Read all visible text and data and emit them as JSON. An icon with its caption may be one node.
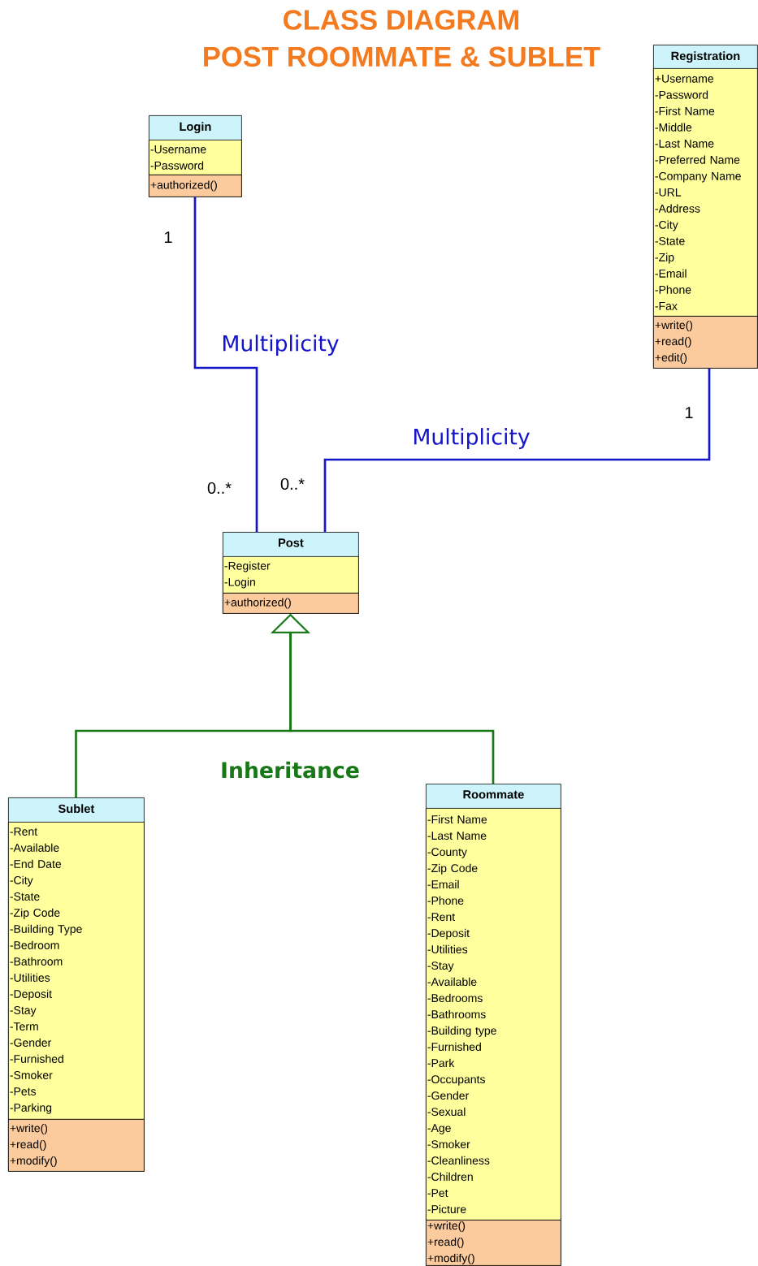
{
  "diagram": {
    "title": "CLASS DIAGRAM POST ROOMMATE & SUBLET",
    "nodes": [
      {
        "text": [
          "Login"
        ]
      },
      {
        "text": [
          "-Username",
          "-Password"
        ],
        "in": 0
      },
      {
        "text": [
          "+authorized()"
        ],
        "in": 0
      },
      {
        "text": [
          "Registration"
        ]
      },
      {
        "text": [
          "+Username",
          "-Password",
          "-First Name",
          "-Middle",
          "-Last Name",
          "-Preferred Name",
          "-Company Name",
          "-URL",
          "-Address",
          "-City",
          "-State",
          "-Zip",
          "-Email",
          "-Phone",
          "-Fax"
        ],
        "in": 3
      },
      {
        "text": [
          "+write()",
          "+read()",
          "+edit()"
        ],
        "in": 3
      },
      {
        "text": [
          "Post"
        ]
      },
      {
        "text": [
          "-Register",
          "-Login"
        ],
        "in": 6
      },
      {
        "text": [
          "+authorized()"
        ],
        "in": 6
      },
      {
        "text": [
          "Sublet"
        ]
      },
      {
        "text": [
          "-Rent",
          "-Available",
          "-End Date",
          "-City",
          "-State",
          "-Zip Code",
          "-Building Type",
          "-Bedroom",
          "-Bathroom",
          "-Utilities",
          "-Deposit",
          "-Stay",
          "-Term",
          "-Gender",
          "-Furnished",
          "-Smoker",
          "-Pets",
          "-Parking"
        ],
        "in": 9
      },
      {
        "text": [
          "+write()",
          "+read()",
          "+modify()"
        ],
        "in": 9
      },
      {
        "text": [
          "Roommate"
        ]
      },
      {
        "text": [
          "-First Name",
          "-Last Name",
          "-County",
          "-Zip Code",
          "-Email",
          "-Phone",
          "-Rent",
          "-Deposit",
          "-Utilities",
          "-Stay",
          "-Available",
          "-Bedrooms",
          "-Bathrooms",
          "-Building type",
          "-Furnished",
          "-Park",
          "-Occupants",
          "-Gender",
          "-Sexual",
          "-Age",
          "-Smoker",
          "-Cleanliness",
          "-Children",
          "-Pet",
          "-Picture"
        ],
        "in": 12
      },
      {
        "text": [
          "+write()",
          "+read()",
          "+modify()"
        ],
        "in": 12
      }
    ],
    "edges": [
      {
        "from": 6,
        "to": 0,
        "arrow": "none",
        "label": "Multiplicity",
        "color": "#1414c8"
      },
      {
        "from": 6,
        "to": 3,
        "arrow": "none",
        "label": "Multiplicity",
        "color": "#1414c8"
      },
      {
        "from": 9,
        "to": 6,
        "arrow": "to",
        "color": "#187818"
      },
      {
        "from": 12,
        "to": 6,
        "arrow": "to",
        "color": "#187818"
      }
    ],
    "labels": [
      "1",
      "1",
      "0..*",
      "0..*",
      "Inheritance"
    ]
  }
}
